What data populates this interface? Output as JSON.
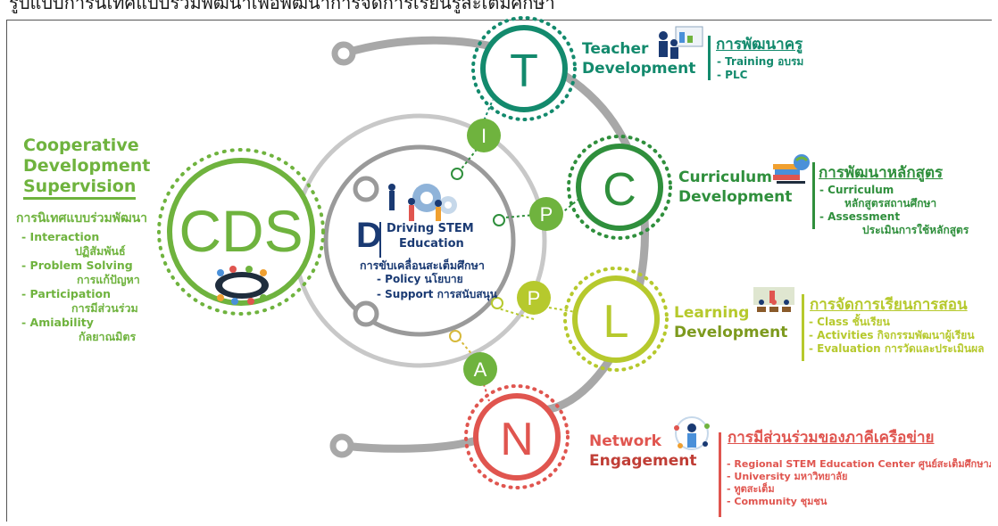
{
  "top_cut_text": "รูปแบบการนิเทศแบบร่วมพัฒนาเพื่อพัฒนาการจัดการเรียนรู้สะเต็มศึกษา",
  "colors": {
    "cds_green": "#6fb33e",
    "teacher_teal": "#138a6d",
    "curriculum_green": "#2f8f3c",
    "learning_yellow": "#b6c92d",
    "network_red": "#e0554f",
    "navy": "#1a3a73",
    "ring_gray": "#a8a8a8"
  },
  "cds": {
    "title_lines": [
      "Cooperative",
      "Development",
      "Supervision"
    ],
    "thai_title": "การนิเทศแบบร่วมพัฒนา",
    "circle_label": "CDS",
    "items": [
      {
        "en": "- Interaction",
        "th": "ปฏิสัมพันธ์"
      },
      {
        "en": "- Problem Solving",
        "th": "การแก้ปัญหา"
      },
      {
        "en": "- Participation",
        "th": "การมีส่วนร่วม"
      },
      {
        "en": "- Amiability",
        "th": "กัลยาณมิตร"
      }
    ]
  },
  "center": {
    "letter": "D",
    "title_line1": "Driving STEM",
    "title_line2": "Education",
    "thai": "การขับเคลื่อนสะเต็มศึกษา",
    "items": [
      "- Policy นโยบาย",
      "- Support การสนับสนุน"
    ]
  },
  "small_nodes": [
    "I",
    "P",
    "P",
    "A"
  ],
  "teacher": {
    "letter": "T",
    "title_lines": [
      "Teacher",
      "Development"
    ],
    "thai": "การพัฒนาครู",
    "items": [
      "- Training อบรม",
      "- PLC"
    ]
  },
  "curriculum": {
    "letter": "C",
    "title_lines": [
      "Curriculum",
      "Development"
    ],
    "thai": "การพัฒนาหลักสูตร",
    "items": [
      {
        "en": "- Curriculum",
        "th": "หลักสูตรสถานศึกษา"
      },
      {
        "en": "- Assessment",
        "th": "ประเมินการใช้หลักสูตร"
      }
    ]
  },
  "learning": {
    "letter": "L",
    "title_lines": [
      "Learning",
      "Development"
    ],
    "thai": "การจัดการเรียนการสอน",
    "items": [
      "- Class ชั้นเรียน",
      "- Activities กิจกรรมพัฒนาผู้เรียน",
      "- Evaluation การวัดและประเมินผล"
    ]
  },
  "network": {
    "letter": "N",
    "title_lines": [
      "Network",
      "Engagement"
    ],
    "thai": "การมีส่วนร่วมของภาคีเครือข่าย",
    "items": [
      "- Regional STEM Education Center ศูนย์สะเต็มศึกษาภาค",
      "- University มหาวิทยาลัย",
      "- ทูตสะเต็ม",
      "- Community ชุมชน"
    ]
  },
  "icons": {
    "cds": "meeting-table-icon",
    "center": "gears-people-icon",
    "teacher": "presentation-board-icon",
    "curriculum": "books-globe-icon",
    "learning": "classroom-icon",
    "network": "network-person-icon"
  }
}
